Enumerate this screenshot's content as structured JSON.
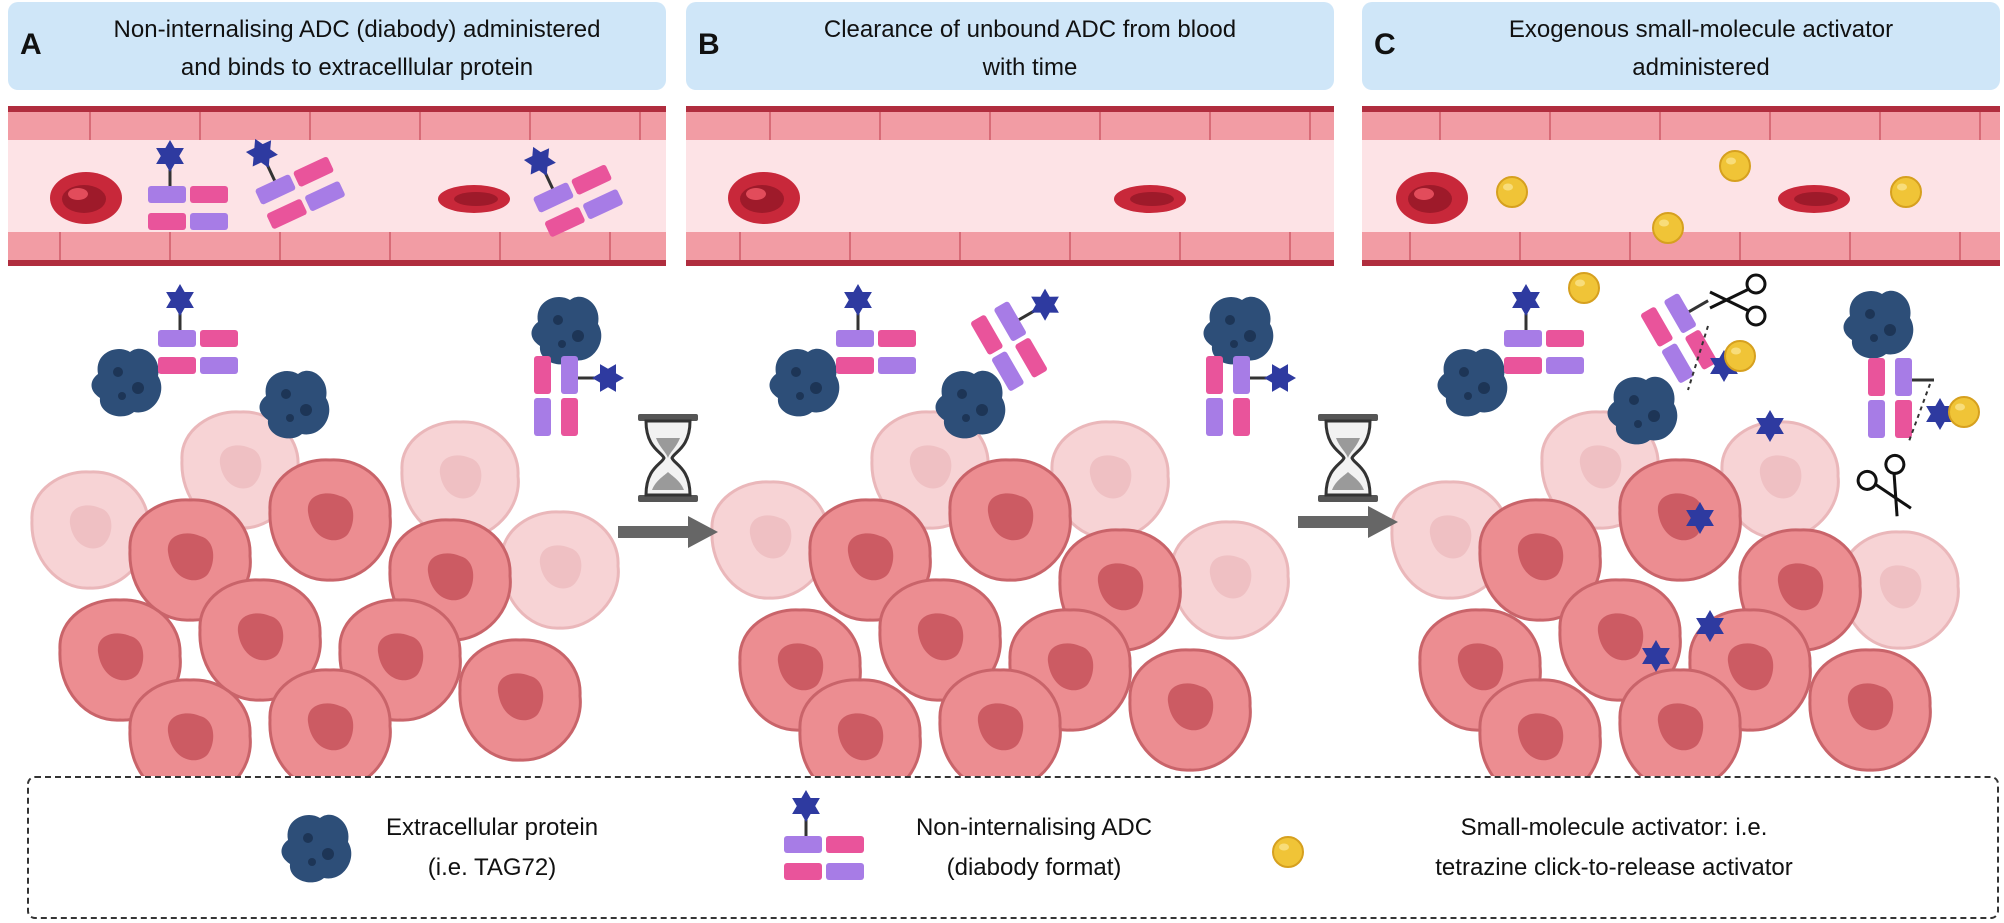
{
  "panels": [
    {
      "letter": "A",
      "title_line1": "Non-internalising ADC (diabody) administered",
      "title_line2": "and binds to extracelllular protein"
    },
    {
      "letter": "B",
      "title_line1": "Clearance of unbound ADC from blood",
      "title_line2": "with time"
    },
    {
      "letter": "C",
      "title_line1": "Exogenous small-molecule activator",
      "title_line2": "administered"
    }
  ],
  "legend": {
    "protein_line1": "Extracellular protein",
    "protein_line2": "(i.e. TAG72)",
    "adc_line1": "Non-internalising ADC",
    "adc_line2": "(diabody format)",
    "activator_line1": "Small-molecule activator: i.e.",
    "activator_line2": "tetrazine click-to-release activator"
  },
  "icons": [
    "red-blood-cell-icon",
    "diabody-adc-icon",
    "payload-star-icon",
    "extracellular-protein-icon",
    "activator-sphere-icon",
    "scissors-icon",
    "hourglass-icon",
    "arrow-right-icon",
    "tumor-cell-icon"
  ],
  "colors": {
    "vessel": "#c03a4a",
    "vessel_lumen": "#fde3e6",
    "rbc": "#c8283a",
    "protein": "#2d4e78",
    "payload": "#2e3aa0",
    "activator": "#f0c437",
    "ab_pink": "#e9549b",
    "ab_purple": "#a77ce6",
    "tumor": "#e8868b",
    "header_bg": "#cfe6f8"
  }
}
